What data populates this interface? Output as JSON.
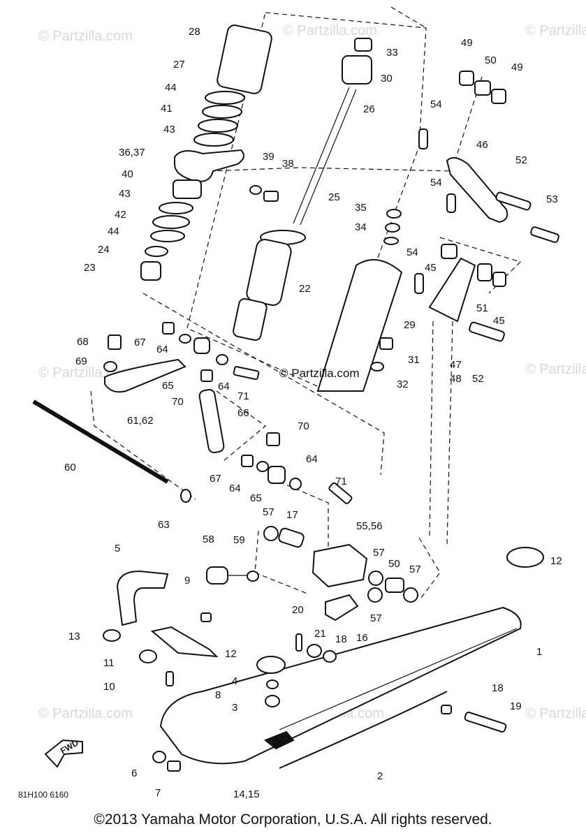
{
  "diagram": {
    "watermark": "© Partzilla.com",
    "center_watermark": "© Partzilla.com",
    "code": "81H100 6160",
    "fwd": "FWD",
    "copyright": "©2013 Yamaha Motor Corporation, U.S.A. All rights reserved.",
    "callouts": {
      "c28": "28",
      "c27": "27",
      "c44a": "44",
      "c41": "41",
      "c43a": "43",
      "c3637": "36,37",
      "c40": "40",
      "c43b": "43",
      "c42": "42",
      "c44b": "44",
      "c24": "24",
      "c23": "23",
      "c33": "33",
      "c30": "30",
      "c26": "26",
      "c39": "39",
      "c38": "38",
      "c25": "25",
      "c35": "35",
      "c34": "34",
      "c22": "22",
      "c29": "29",
      "c31": "31",
      "c32": "32",
      "c49a": "49",
      "c50a": "50",
      "c49b": "49",
      "c54a": "54",
      "c46": "46",
      "c52a": "52",
      "c54b": "54",
      "c53": "53",
      "c54c": "54",
      "c45a": "45",
      "c51": "51",
      "c45b": "45",
      "c4748": "47",
      "c48": "48",
      "c52b": "52",
      "c68": "68",
      "c67a": "67",
      "c64a": "64",
      "c69": "69",
      "c65a": "65",
      "c70a": "70",
      "c64b": "64",
      "c71a": "71",
      "c6162": "61,62",
      "c66": "66",
      "c60": "60",
      "c63": "63",
      "c70b": "70",
      "c64c": "64",
      "c67b": "67",
      "c64d": "64",
      "c65b": "65",
      "c71b": "71",
      "c57a": "57",
      "c17": "17",
      "c5556": "55,56",
      "c58": "58",
      "c59": "59",
      "c57b": "57",
      "c50b": "50",
      "c57c": "57",
      "c57d": "57",
      "c12a": "12",
      "c5": "5",
      "c9": "9",
      "c13": "13",
      "c11": "11",
      "c10": "10",
      "c8": "8",
      "c20": "20",
      "c21": "21",
      "c18a": "18",
      "c16": "16",
      "c12b": "12",
      "c4": "4",
      "c3": "3",
      "c1": "1",
      "c18b": "18",
      "c19": "19",
      "c6": "6",
      "c7": "7",
      "c1415": "14,15",
      "c2": "2"
    }
  }
}
